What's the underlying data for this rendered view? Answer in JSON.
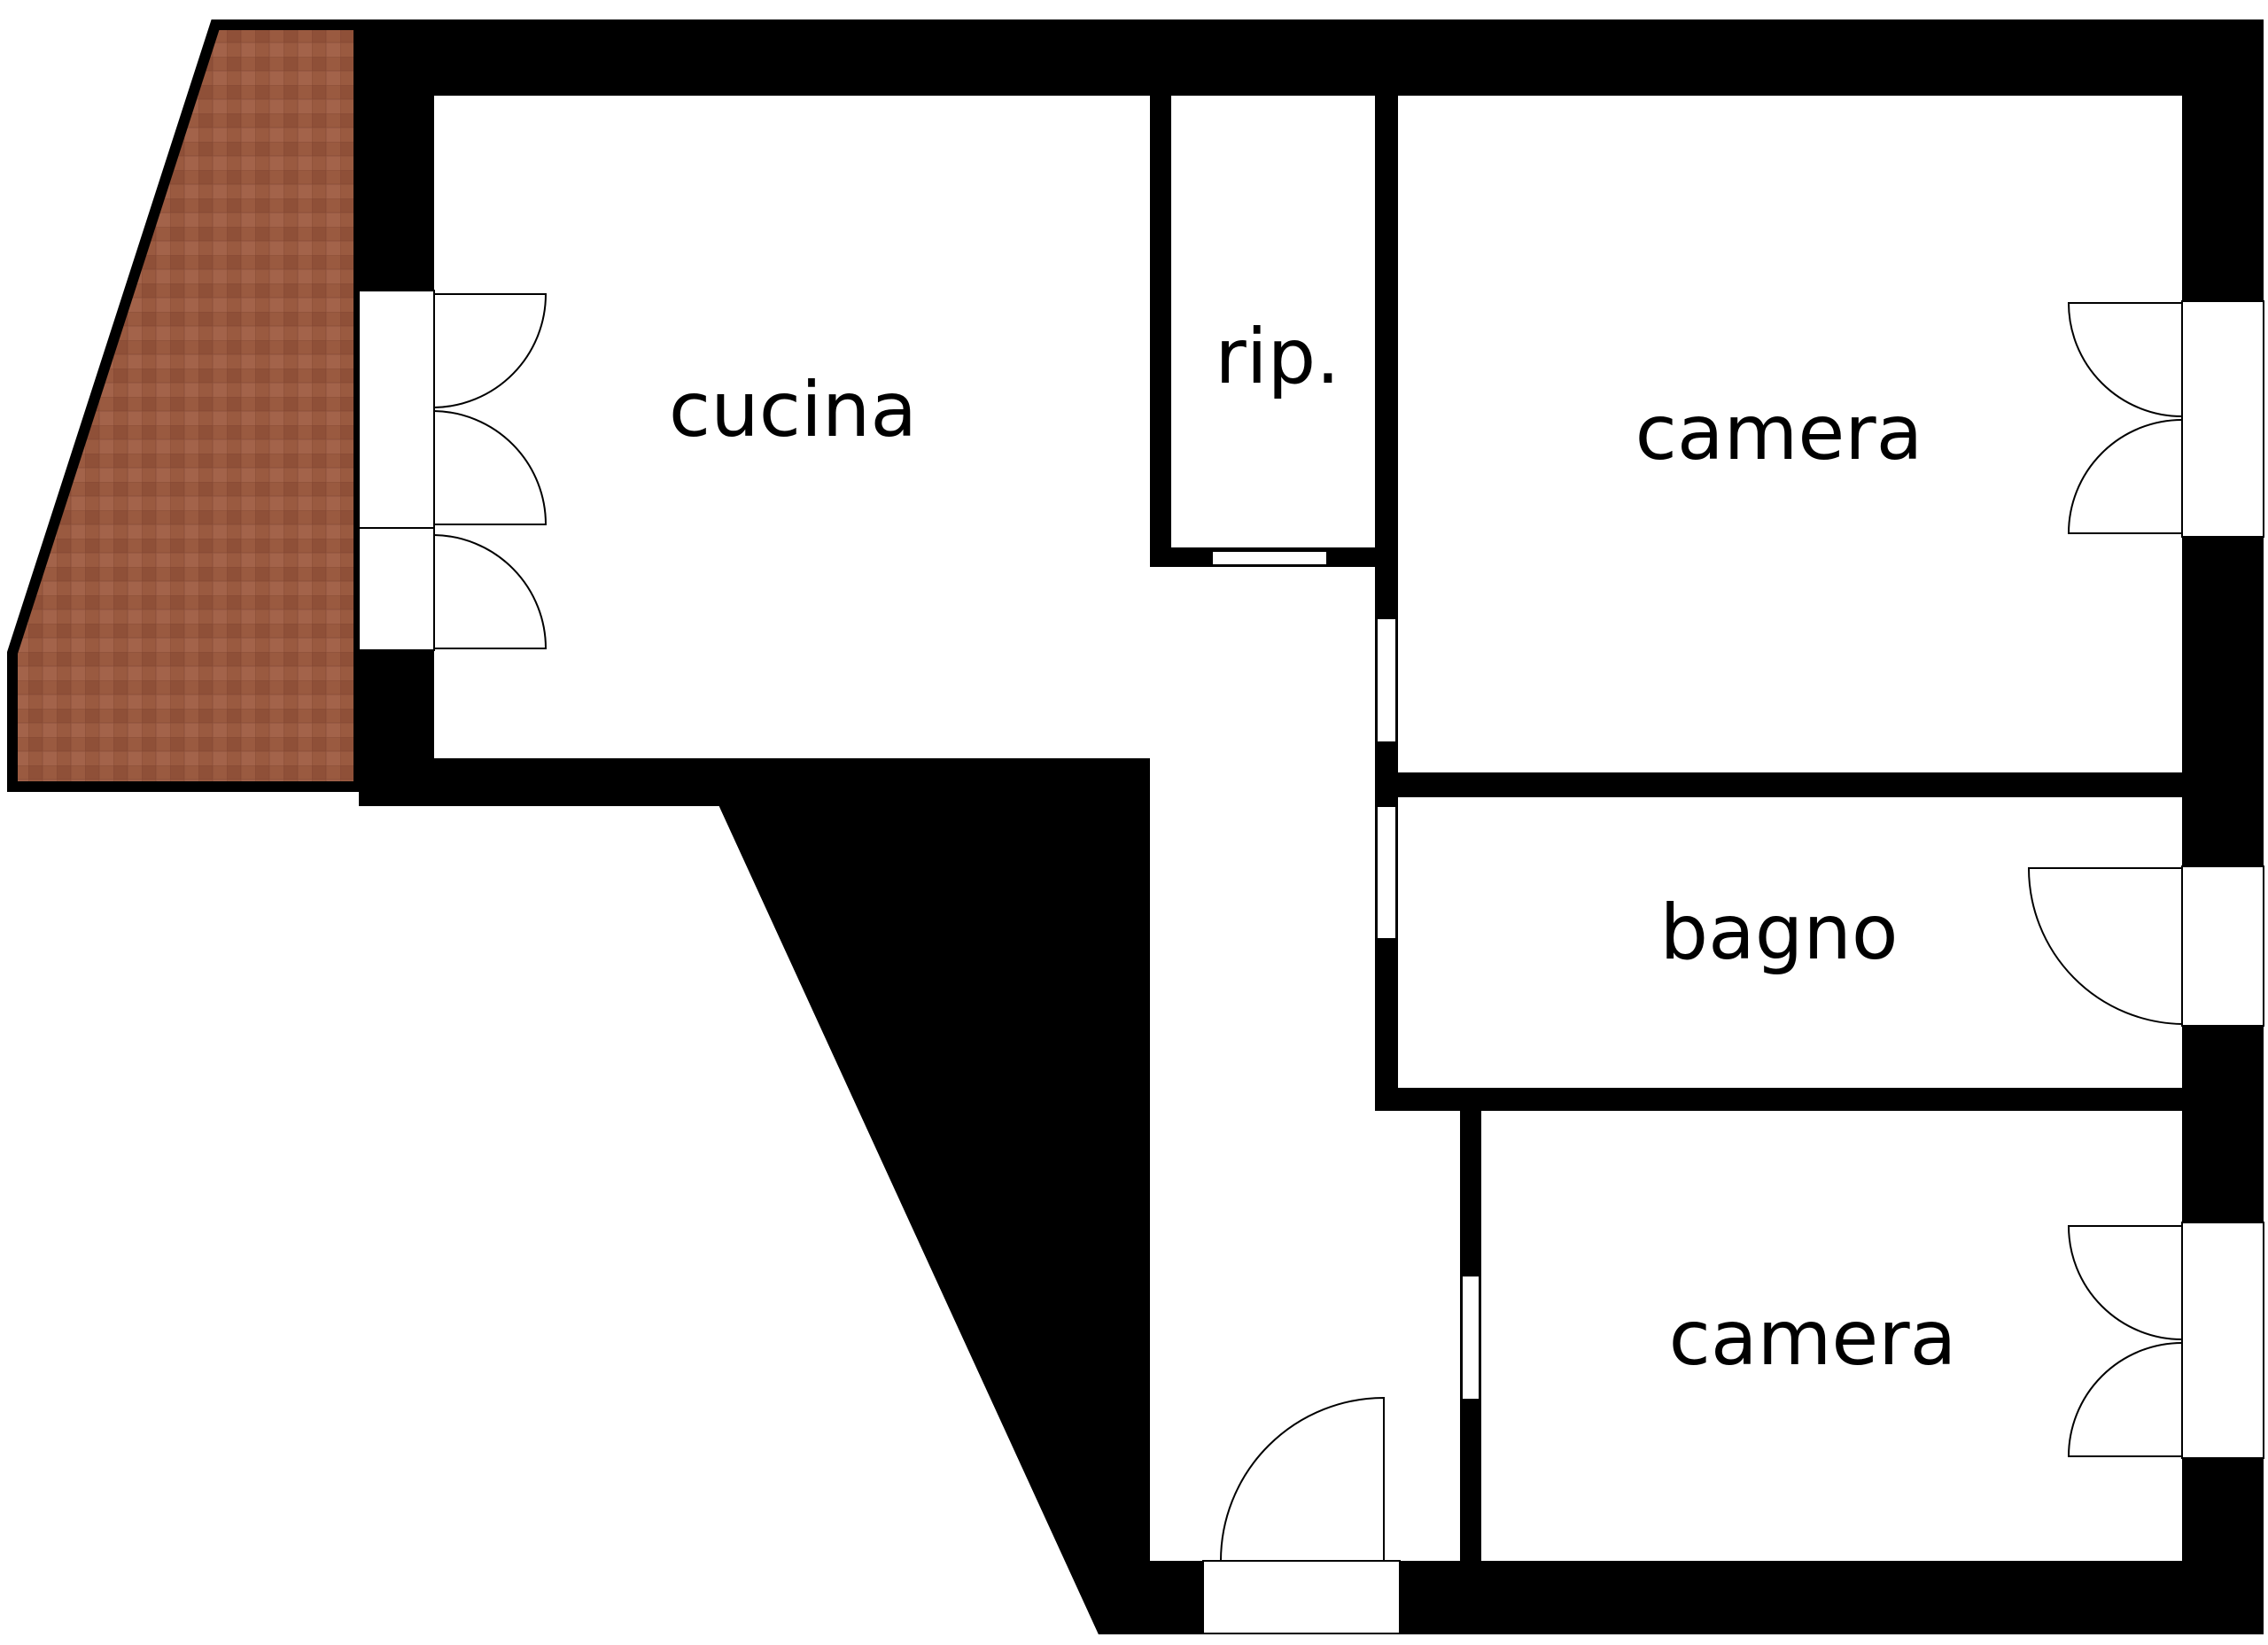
{
  "plan": {
    "rooms": [
      {
        "id": "kitchen",
        "label": "cucina"
      },
      {
        "id": "storage",
        "label": "rip."
      },
      {
        "id": "bedroom-1",
        "label": "camera"
      },
      {
        "id": "bathroom",
        "label": "bagno"
      },
      {
        "id": "bedroom-2",
        "label": "camera"
      }
    ]
  },
  "colors": {
    "wall": "#000000",
    "floor": "#ffffff",
    "terrace_tile": "#9a5a40",
    "terrace_tile_alt": "#8a4d35"
  }
}
